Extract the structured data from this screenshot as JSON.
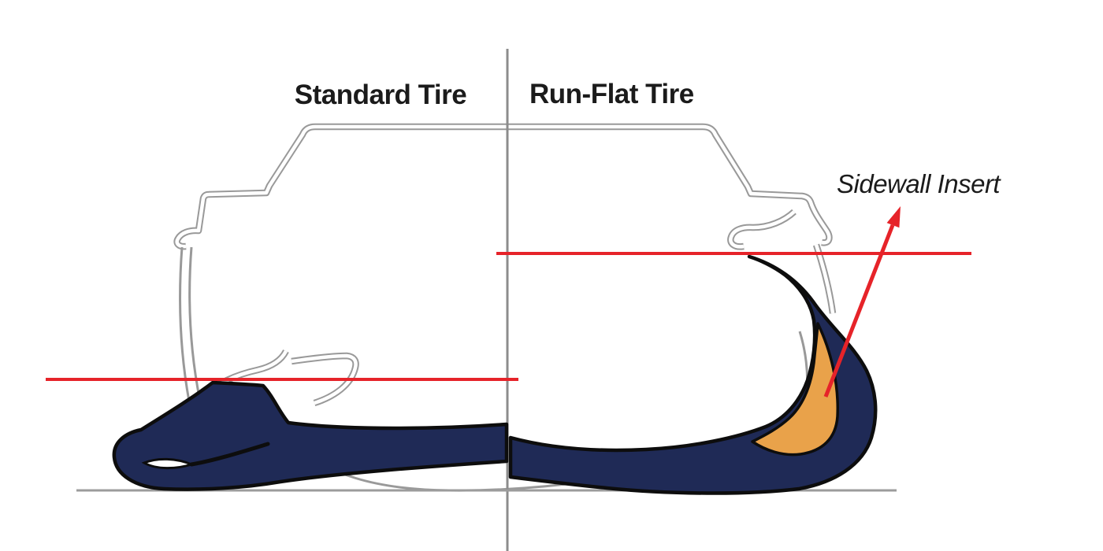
{
  "diagram": {
    "description": "Cross-section comparison of a deflated standard tire (left) versus a deflated run-flat tire (right), divided by a vertical centerline, with a red arrow calling out the sidewall insert of the run-flat tire and red reference lines marking each tire's collapsed height.",
    "labels": {
      "left_panel": "Standard Tire",
      "right_panel": "Run-Flat Tire",
      "annotation": "Sidewall Insert"
    },
    "icons": {
      "annotation_arrow": "red-arrow-pointing-from-sidewall-insert-to-label"
    },
    "colors": {
      "tire_navy": "#1f2a56",
      "tire_outline_black": "#0d0d0d",
      "insert_orange": "#e9a24a",
      "annotation_red": "#e62329",
      "outline_gray": "#999999",
      "divider_gray": "#8c8c8c",
      "ground_gray": "#9c9c9c",
      "text_black": "#1b1b1b",
      "background": "#ffffff"
    }
  }
}
